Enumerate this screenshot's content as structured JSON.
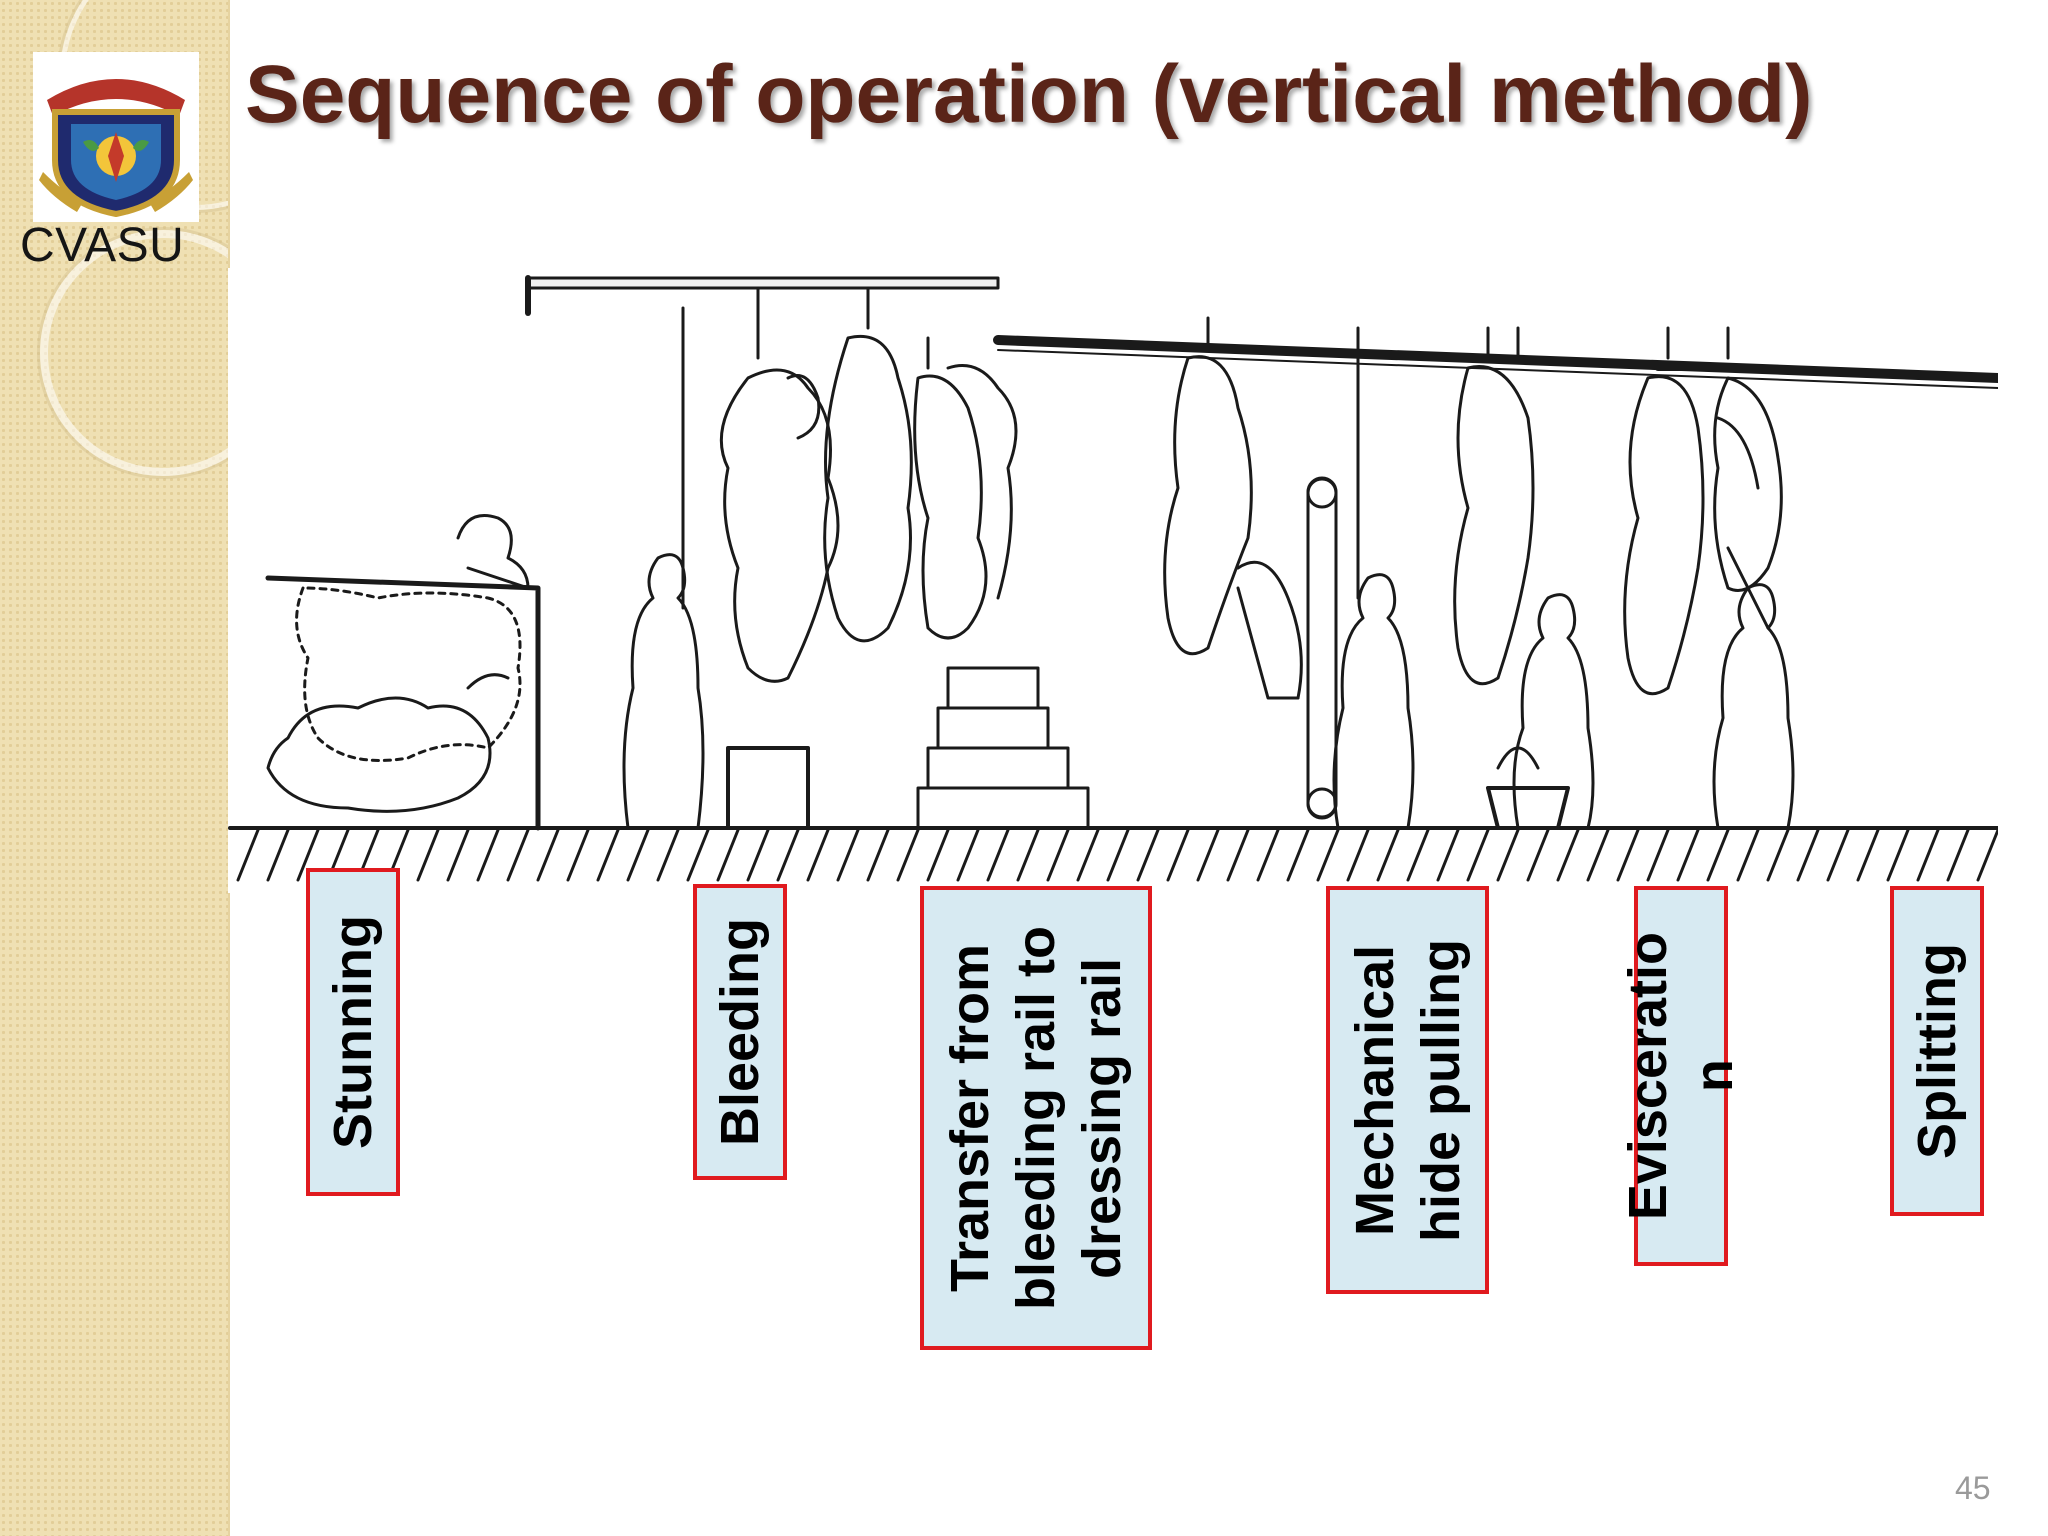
{
  "brand": {
    "short_name": "CVASU"
  },
  "slide": {
    "title": "Sequence of operation (vertical method)",
    "page_number": "45"
  },
  "steps": [
    {
      "label": "Stunning"
    },
    {
      "label": "Bleeding"
    },
    {
      "label": "Transfer from\nbleeding rail to\ndressing rail"
    },
    {
      "label": "Mechanical\nhide pulling"
    },
    {
      "label": "Evisceratio\nn"
    },
    {
      "label": "Splitting"
    }
  ],
  "colors": {
    "title": "#5a2418",
    "label_border": "#e01a1f",
    "label_fill": "#d7eaf2",
    "sidebar": "#efe0b3"
  }
}
